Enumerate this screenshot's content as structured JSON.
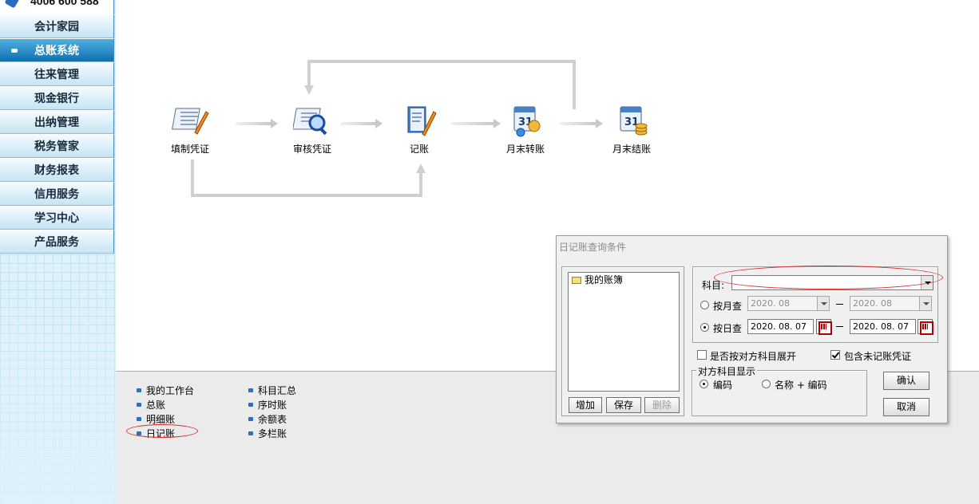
{
  "sidebar": {
    "phone": "4006 600 588",
    "items": [
      {
        "label": "会计家园"
      },
      {
        "label": "总账系统"
      },
      {
        "label": "往来管理"
      },
      {
        "label": "现金银行"
      },
      {
        "label": "出纳管理"
      },
      {
        "label": "税务管家"
      },
      {
        "label": "财务报表"
      },
      {
        "label": "信用服务"
      },
      {
        "label": "学习中心"
      },
      {
        "label": "产品服务"
      }
    ],
    "active_index": 1
  },
  "flow": {
    "nodes": [
      {
        "label": "填制凭证",
        "icon": "voucher-pen-icon"
      },
      {
        "label": "审核凭证",
        "icon": "review-magnifier-icon"
      },
      {
        "label": "记账",
        "icon": "ledger-pen-icon"
      },
      {
        "label": "月末转账",
        "icon": "calendar-transfer-icon"
      },
      {
        "label": "月末结账",
        "icon": "calendar-coins-icon"
      }
    ]
  },
  "links": {
    "col1": [
      "我的工作台",
      "总账",
      "明细账",
      "日记账"
    ],
    "col2": [
      "科目汇总",
      "序时账",
      "余额表",
      "多栏账"
    ]
  },
  "dialog": {
    "title": "日记账查询条件",
    "tree_root": "我的账簿",
    "buttons": {
      "add": "增加",
      "save": "保存",
      "delete": "删除",
      "ok": "确认",
      "cancel": "取消"
    },
    "subject_label": "科目:",
    "subject_value": "",
    "by_month_label": "按月查",
    "month_from": "2020. 08",
    "month_to": "2020. 08",
    "by_day_label": "按日查",
    "day_from": "2020. 08. 07",
    "day_to": "2020. 08. 07",
    "selected_mode": "按日查",
    "expand_label": "是否按对方科目展开",
    "expand_checked": false,
    "include_label": "包含未记账凭证",
    "include_checked": true,
    "display_group_label": "对方科目显示",
    "display_code": "编码",
    "display_name_code": "名称 + 编码",
    "display_selected": "编码"
  },
  "annotation_color": "#d83030"
}
